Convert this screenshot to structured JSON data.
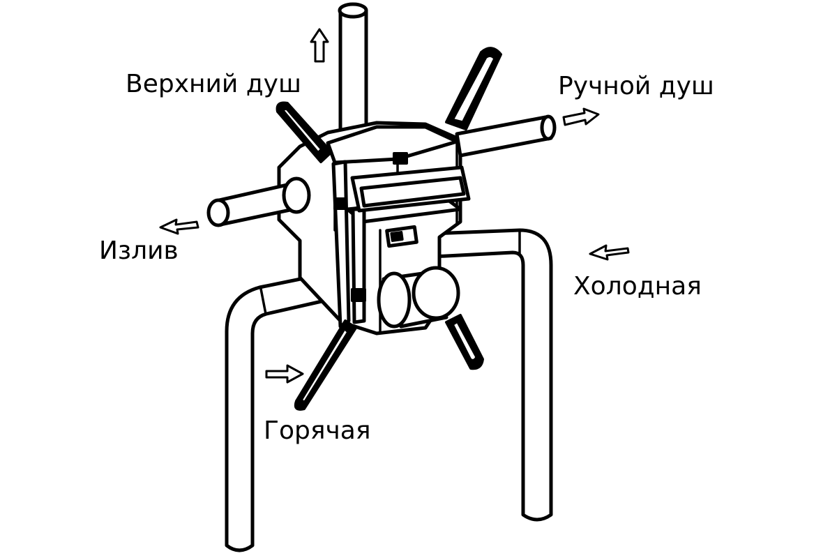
{
  "labels": {
    "top_shower": "Верхний душ",
    "hand_shower": "Ручной душ",
    "spout": "Излив",
    "cold": "Холодная",
    "hot": "Горячая"
  },
  "colors": {
    "line": "#000000",
    "background": "#ffffff"
  }
}
